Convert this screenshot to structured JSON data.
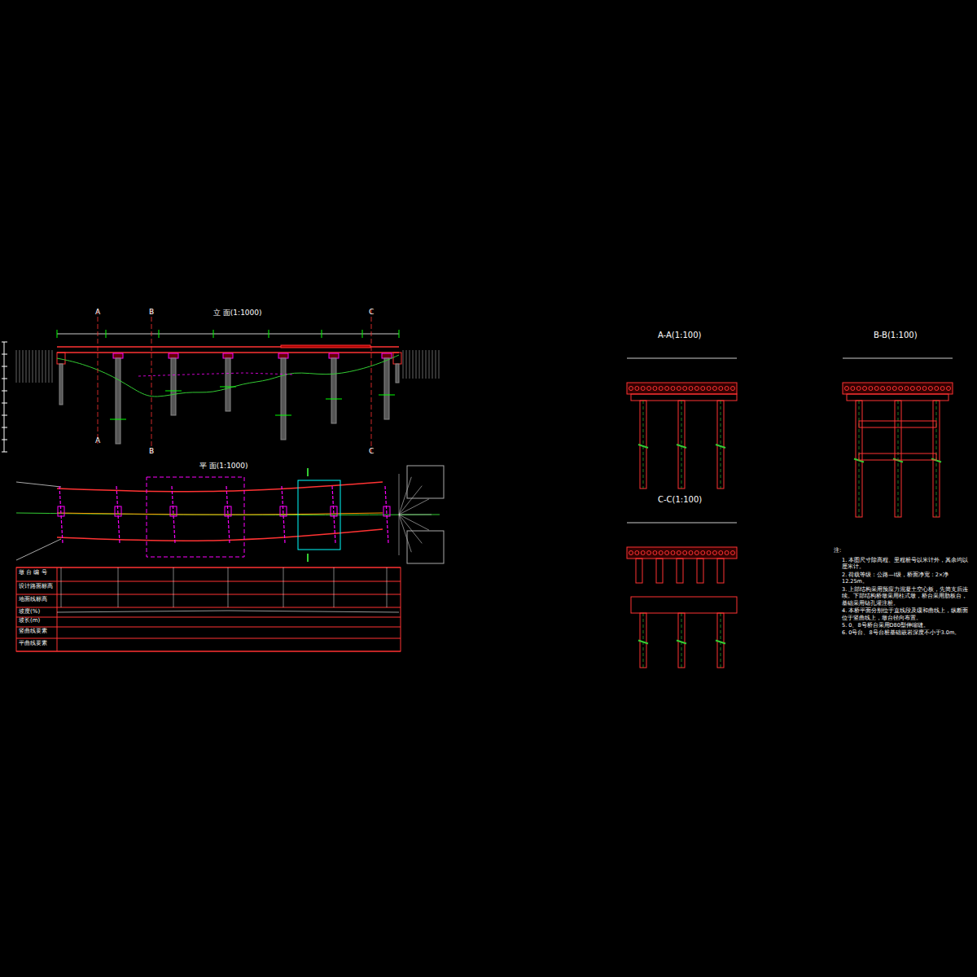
{
  "diagram": {
    "labels": [
      "立 面(1:1000)",
      "A",
      "B",
      "C",
      "A",
      "B",
      "C",
      "平 面(1:1000)",
      "墩 台 编 号",
      "设计路面标高",
      "地面线标高",
      "坡度(%)",
      "坡长(m)",
      "竖曲线要素",
      "平曲线要素",
      "A-A(1:100)",
      "B-B(1:100)",
      "C-C(1:100)",
      "注:",
      "1. 本图尺寸除高程、里程桩号以米计外，其余均以厘米计。",
      "2. 荷载等级：公路—I级，桥面净宽：2×净12.25m。",
      "3. 上部结构采用预应力混凝土空心板，先简支后连续。下部结构桥墩采用柱式墩，桥台采用肋板台，基础采用钻孔灌注桩。",
      "4. 本桥平面分别位于直线段及缓和曲线上，纵断面位于竖曲线上，墩台径向布置。",
      "5. 0、8号桥台采用D80型伸缩缝。",
      "6. 0号台、8号台桩基础嵌岩深度不小于3.0m。"
    ]
  }
}
